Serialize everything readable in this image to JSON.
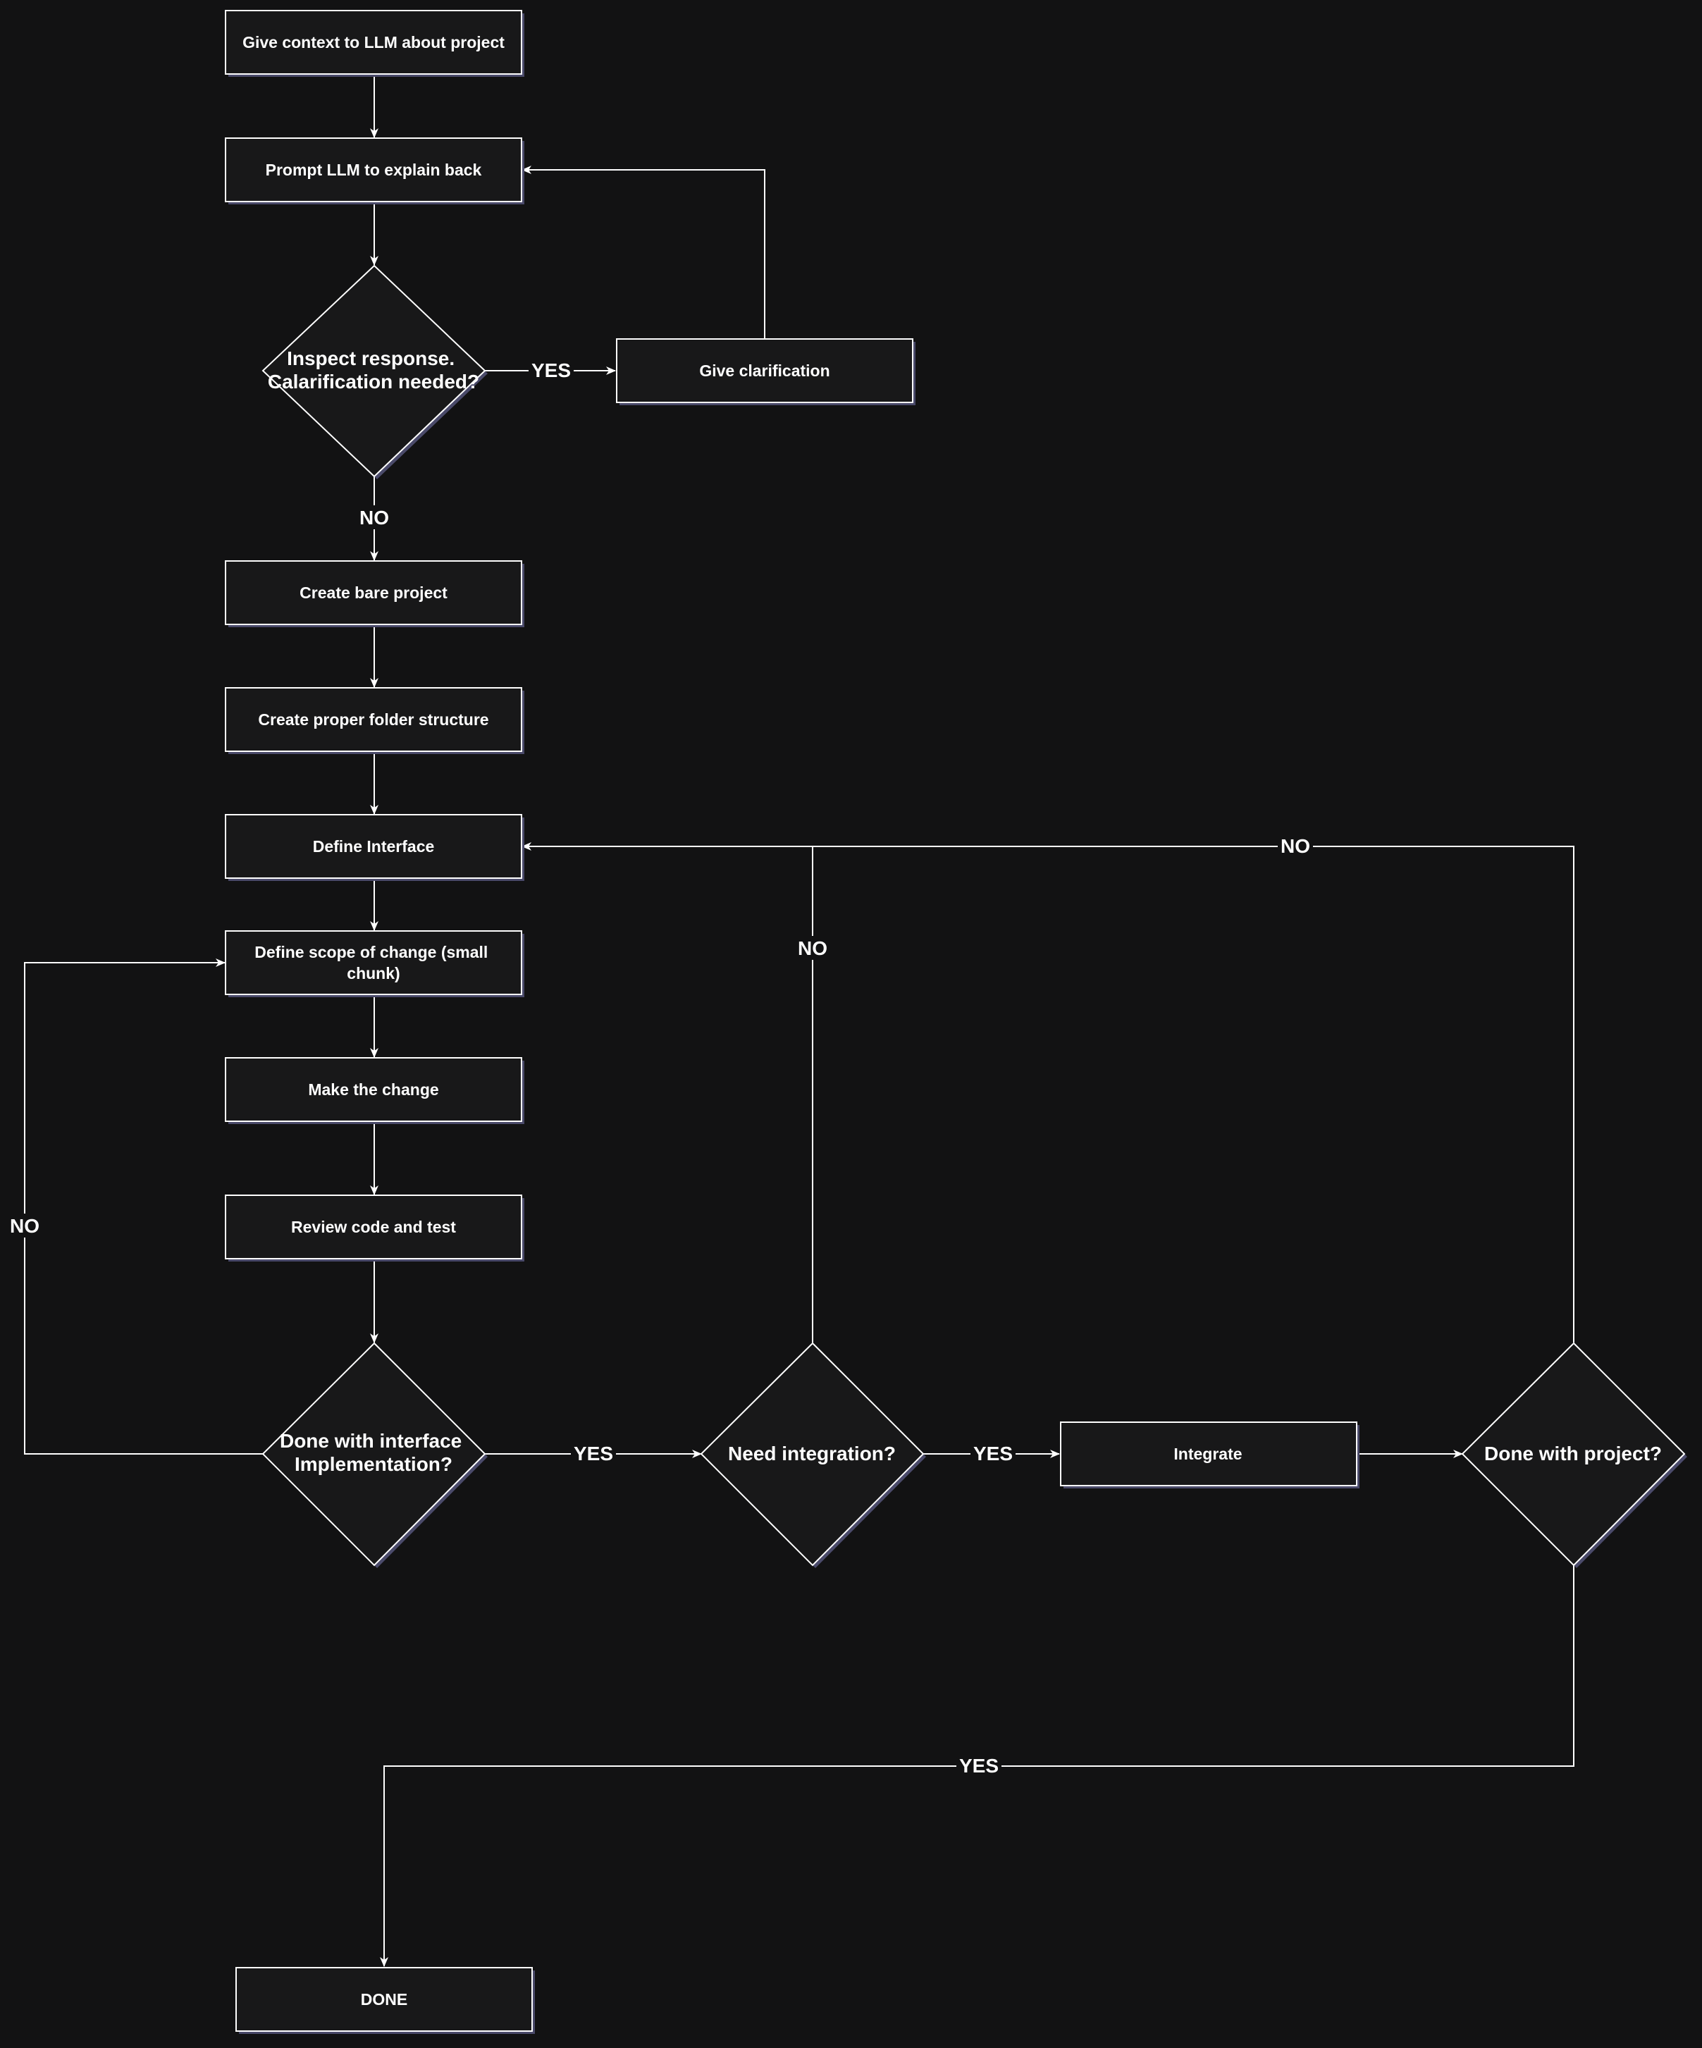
{
  "colors": {
    "background": "#121213",
    "stroke": "#ffffff",
    "node_fill": "#181819",
    "shadow": "#4a4a6a"
  },
  "nodes": {
    "give_context": "Give context to LLM about project",
    "prompt_explain": "Prompt LLM to explain back",
    "inspect_response": [
      "Inspect response.",
      "Calarification needed?"
    ],
    "give_clarification": "Give clarification",
    "create_bare": "Create bare project",
    "create_folder": "Create proper folder structure",
    "define_interface": "Define Interface",
    "define_scope": [
      "Define scope of change (small",
      "chunk)"
    ],
    "make_change": "Make the change",
    "review_code": "Review code and test",
    "done_interface": [
      "Done with interface",
      "Implementation?"
    ],
    "need_integration": "Need integration?",
    "integrate": "Integrate",
    "done_project": "Done with project?",
    "done": "DONE"
  },
  "edge_labels": {
    "clarify_yes": "YES",
    "clarify_no": "NO",
    "interface_no": "NO",
    "interface_yes": "YES",
    "integration_no": "NO",
    "integration_yes": "YES",
    "project_no": "NO",
    "project_yes": "YES"
  }
}
